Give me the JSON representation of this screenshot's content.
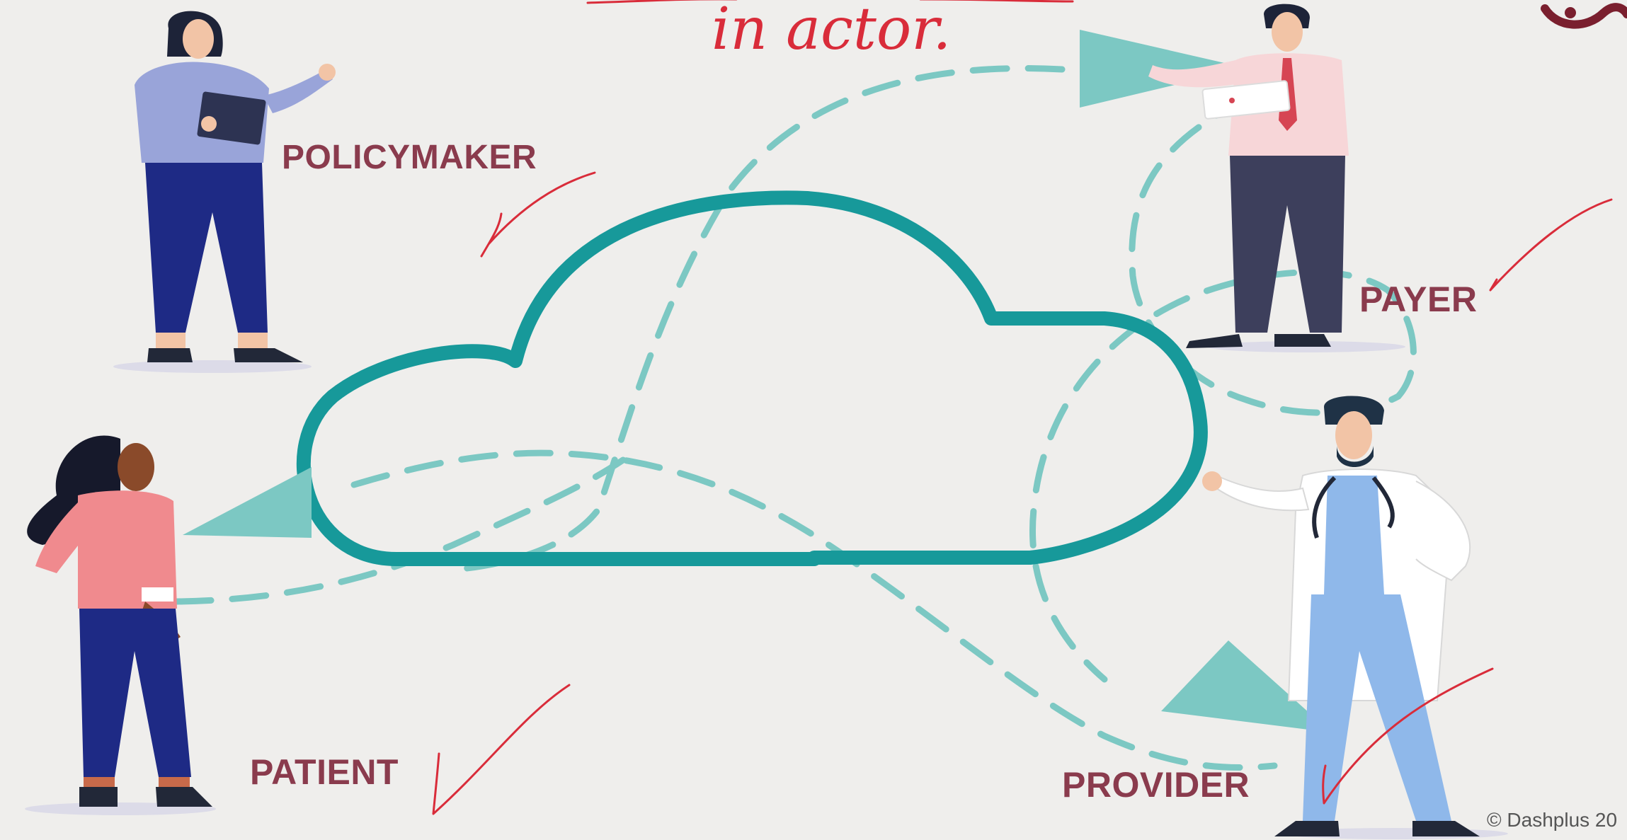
{
  "diagram": {
    "roles": {
      "policymaker": "POLICYMAKER",
      "payer": "PAYER",
      "patient": "PATIENT",
      "provider": "PROVIDER"
    },
    "handwritten_note": "in actor.",
    "credit": "© Dashplus 20"
  },
  "colors": {
    "background": "#efeeec",
    "teal": "#17999a",
    "teal_light": "#7cc8c3",
    "label": "#8a3b4d",
    "annotation_red": "#d92c3a"
  }
}
